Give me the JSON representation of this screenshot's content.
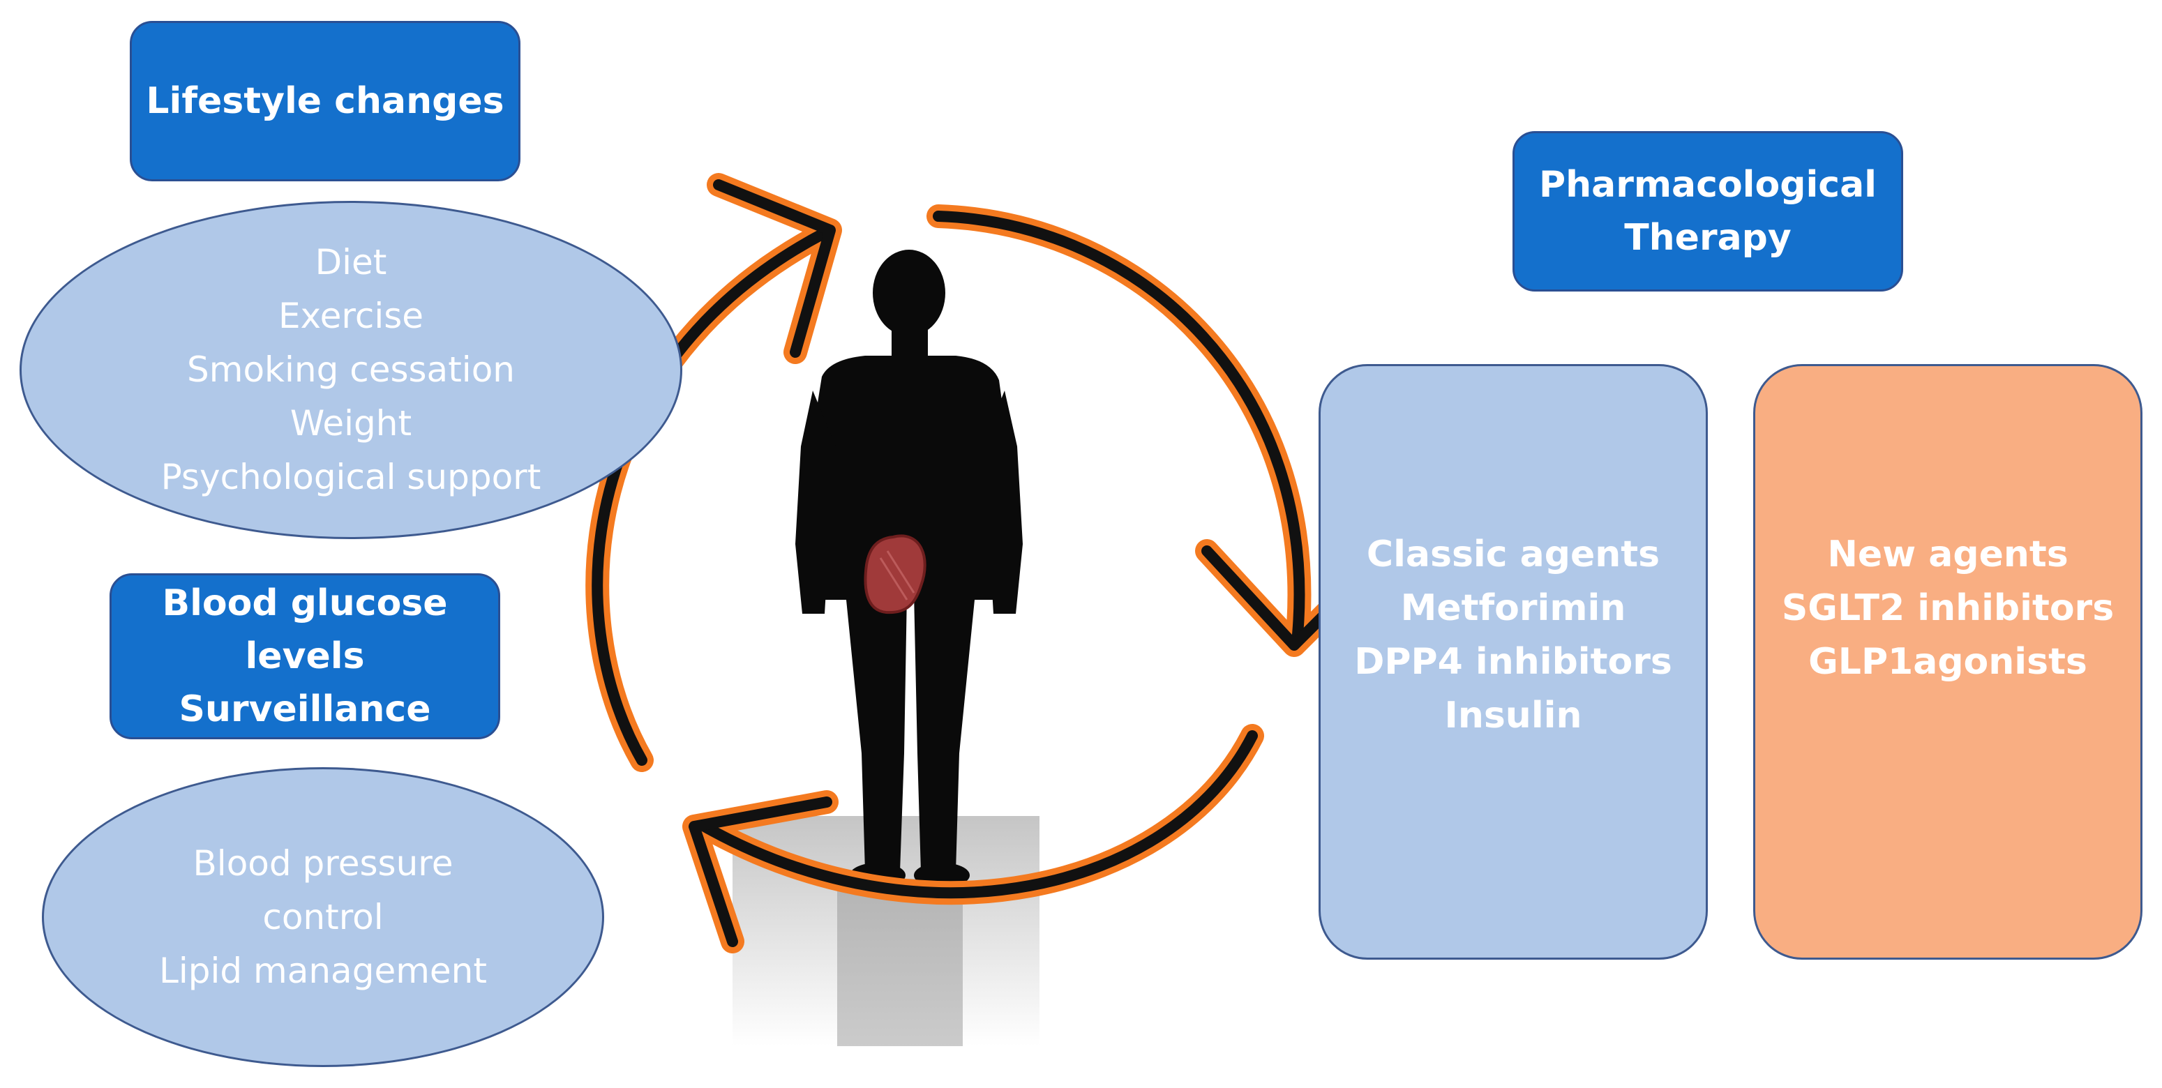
{
  "lifestyle": {
    "title": "Lifestyle changes",
    "items": [
      "Diet",
      "Exercise",
      "Smoking cessation",
      "Weight",
      "Psychological support"
    ]
  },
  "glucose": {
    "lines": [
      "Blood glucose",
      "levels",
      "Surveillance"
    ]
  },
  "cardio": {
    "lines": [
      "Blood pressure",
      "control",
      "Lipid management"
    ]
  },
  "pharma": {
    "lines": [
      "Pharmacological",
      "Therapy"
    ]
  },
  "classic": {
    "lines": [
      "Classic agents",
      "Metforimin",
      "DPP4 inhibitors",
      "Insulin"
    ]
  },
  "new_agents": {
    "lines": [
      "New agents",
      "SGLT2 inhibitors",
      "GLP1agonists"
    ]
  },
  "colors": {
    "dark_box": "#1470cc",
    "light_box": "#b0c8e8",
    "orange_box": "#f9ae82",
    "arrow_outline": "#f47a20",
    "arrow_core": "#111111",
    "kidney": "#a03a3a"
  },
  "icons": {
    "person": "person-silhouette",
    "organ": "kidney-icon",
    "cycle": "circular-arrows"
  }
}
